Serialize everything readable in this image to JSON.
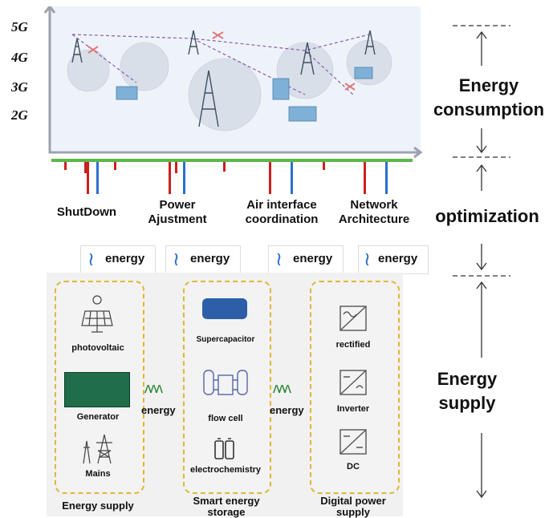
{
  "generations": [
    "5G",
    "4G",
    "3G",
    "2G"
  ],
  "phases": {
    "consumption": "Energy consumption",
    "optimization": "optimization",
    "supply": "Energy supply"
  },
  "optimizations": [
    "ShutDown",
    "Power Ajustment",
    "Air interface coordination",
    "Network Architecture"
  ],
  "energy_label": "energy",
  "supply_columns": {
    "energy_supply": {
      "title": "Energy supply",
      "items": [
        "photovoltaic",
        "Generator",
        "Mains"
      ]
    },
    "storage": {
      "title": "Smart energy storage",
      "items": [
        "Supercapacitor",
        "flow cell",
        "electrochemistry"
      ]
    },
    "digital": {
      "title": "Digital power supply",
      "items": [
        "rectified",
        "Inverter",
        "DC"
      ]
    }
  },
  "colors": {
    "accent_red": "#cc1f1f",
    "accent_blue": "#2a6fd0",
    "baseline_green": "#5bb84a",
    "dashed_gold": "#e2b53a"
  }
}
